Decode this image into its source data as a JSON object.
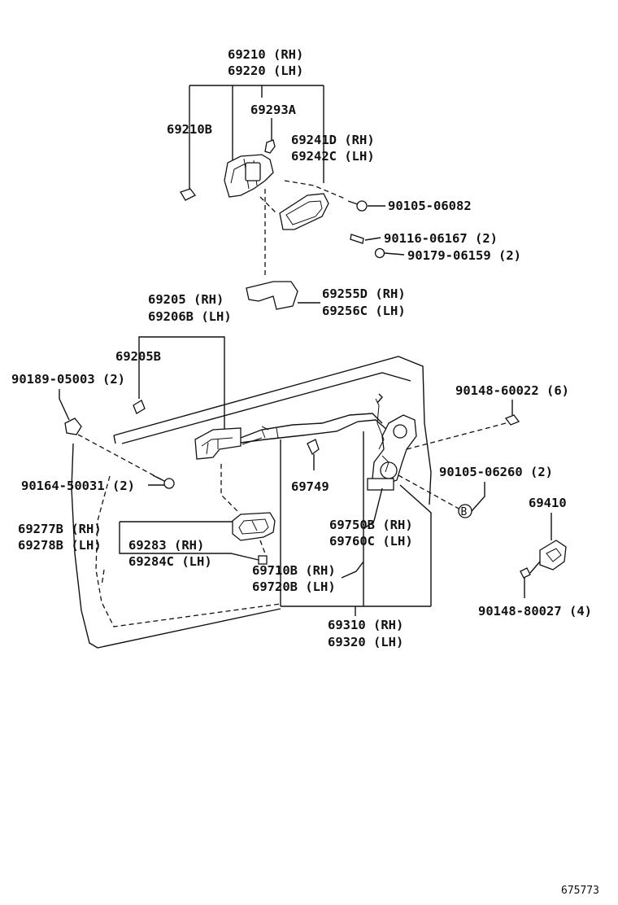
{
  "labels": {
    "p69210": "69210 (RH)",
    "p69220": "69220 (LH)",
    "p69293A": "69293A",
    "p69210B": "69210B",
    "p69241D": "69241D (RH)",
    "p69242C": "69242C (LH)",
    "p90105_06082": "90105-06082",
    "p90116_06167": "90116-06167 (2)",
    "p90179_06159": "90179-06159 (2)",
    "p69205": "69205 (RH)",
    "p69206B": "69206B (LH)",
    "p69255D": "69255D (RH)",
    "p69256C": "69256C (LH)",
    "p69205B": "69205B",
    "p90189_05003": "90189-05003 (2)",
    "p90148_60022": "90148-60022 (6)",
    "p90105_06260": "90105-06260 (2)",
    "p69749": "69749",
    "p90164_50031": "90164-50031 (2)",
    "p69410": "69410",
    "p69277B": "69277B (RH)",
    "p69278B": "69278B (LH)",
    "p69283": "69283 (RH)",
    "p69284C": "69284C (LH)",
    "p69750B": "69750B (RH)",
    "p69760C": "69760C (LH)",
    "p69710B": "69710B (RH)",
    "p69720B": "69720B (LH)",
    "p69310": "69310 (RH)",
    "p69320": "69320 (LH)",
    "p90148_80027": "90148-80027 (4)",
    "ref_b": "B",
    "drawing_no": "675773"
  }
}
